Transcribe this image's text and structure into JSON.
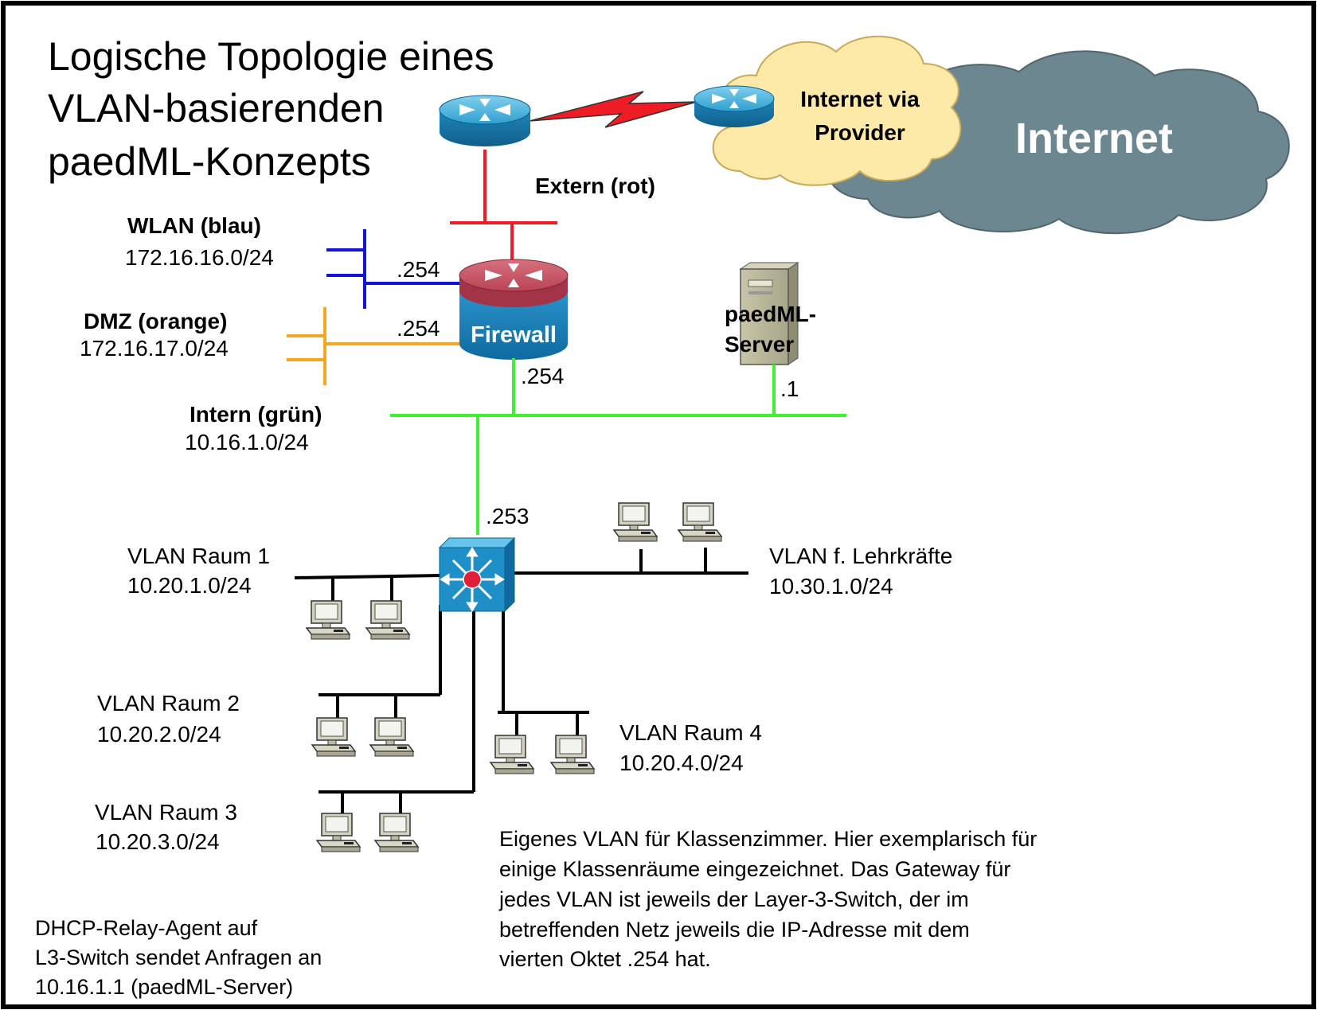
{
  "title": {
    "line1": "Logische Topologie eines",
    "line2": "VLAN-basierenden",
    "line3": "paedML-Konzepts"
  },
  "internet": {
    "provider_line1": "Internet via",
    "provider_line2": "Provider",
    "cloud_label": "Internet"
  },
  "networks": {
    "extern": {
      "name": "Extern (rot)",
      "color": "#ee1c25"
    },
    "wlan": {
      "name": "WLAN (blau)",
      "subnet": "172.16.16.0/24",
      "gw": ".254",
      "color": "#1414d8"
    },
    "dmz": {
      "name": "DMZ (orange)",
      "subnet": "172.16.17.0/24",
      "gw": ".254",
      "color": "#f5a623"
    },
    "intern": {
      "name": "Intern (grün)",
      "subnet": "10.16.1.0/24",
      "fw_ip": ".254",
      "server_ip": ".1",
      "switch_ip": ".253",
      "color": "#44ee33"
    }
  },
  "devices": {
    "firewall": "Firewall",
    "server_line1": "paedML-",
    "server_line2": "Server"
  },
  "vlans": [
    {
      "name": "VLAN Raum 1",
      "subnet": "10.20.1.0/24"
    },
    {
      "name": "VLAN Raum 2",
      "subnet": "10.20.2.0/24"
    },
    {
      "name": "VLAN Raum 3",
      "subnet": "10.20.3.0/24"
    },
    {
      "name": "VLAN Raum 4",
      "subnet": "10.20.4.0/24"
    },
    {
      "name": "VLAN f. Lehrkräfte",
      "subnet": "10.30.1.0/24"
    }
  ],
  "notes": {
    "dhcp": [
      "DHCP-Relay-Agent auf",
      "L3-Switch sendet Anfragen an",
      "10.16.1.1 (paedML-Server)"
    ],
    "vlan_info": [
      "Eigenes VLAN für Klassenzimmer. Hier exemplarisch für",
      "einige Klassenräume eingezeichnet. Das Gateway für",
      "jedes VLAN ist jeweils der Layer-3-Switch, der im",
      "betreffenden Netz jeweils die IP-Adresse mit dem",
      "vierten Oktet .254 hat."
    ]
  }
}
